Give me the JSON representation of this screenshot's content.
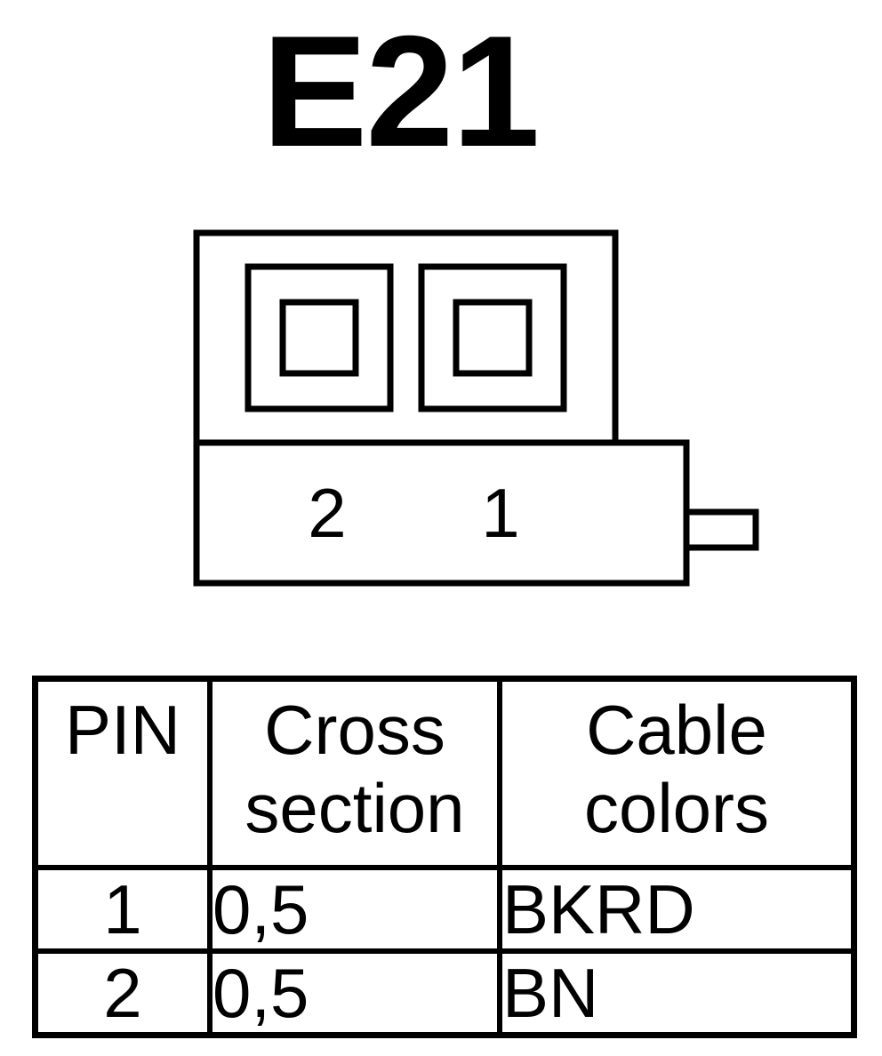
{
  "title": "E21",
  "connector": {
    "pin_labels": [
      "2",
      "1"
    ]
  },
  "table": {
    "headers": {
      "pin": "PIN",
      "cross_section": [
        "Cross",
        "section"
      ],
      "cable_colors": [
        "Cable",
        "colors"
      ]
    },
    "rows": [
      {
        "pin": "1",
        "cross_section": "0,5",
        "color": "BKRD"
      },
      {
        "pin": "2",
        "cross_section": "0,5",
        "color": "BN"
      }
    ]
  }
}
